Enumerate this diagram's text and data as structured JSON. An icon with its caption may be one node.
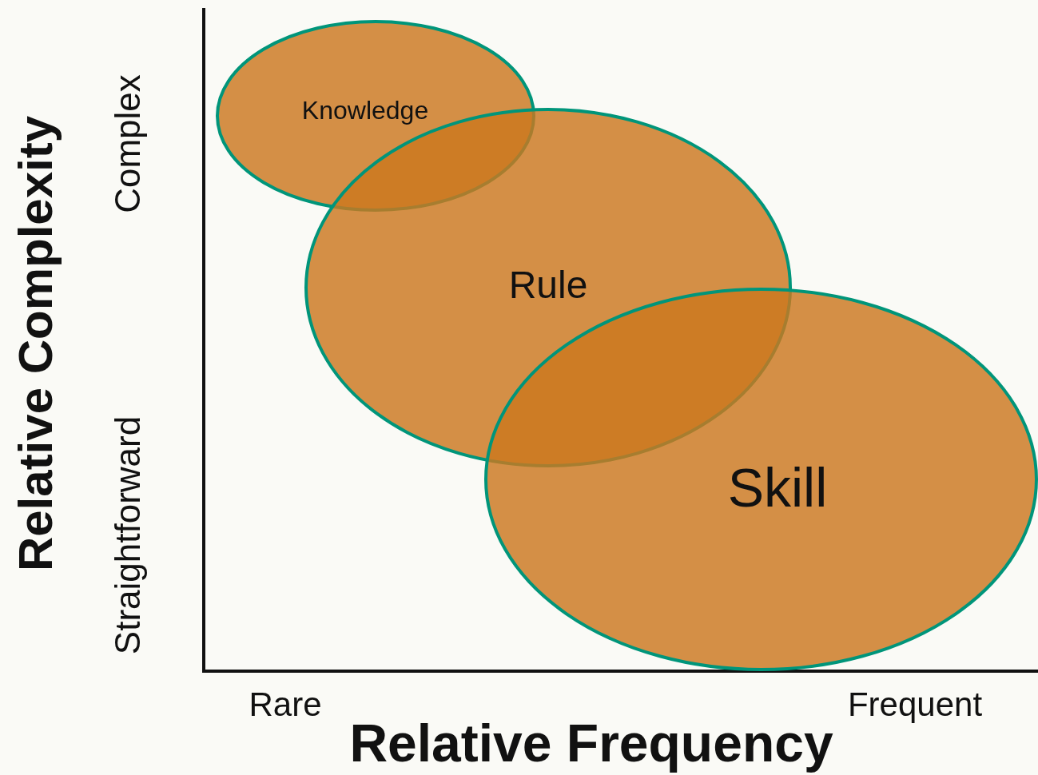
{
  "diagram": {
    "nodes": [
      {
        "text": [
          "Knowledge"
        ]
      },
      {
        "text": [
          "Rule"
        ]
      },
      {
        "text": [
          "Skill"
        ]
      }
    ],
    "edges": [],
    "labels": [
      "Relative Complexity",
      "Complex",
      "Straightforward",
      "Rare",
      "Frequent",
      "Relative Frequency"
    ]
  }
}
